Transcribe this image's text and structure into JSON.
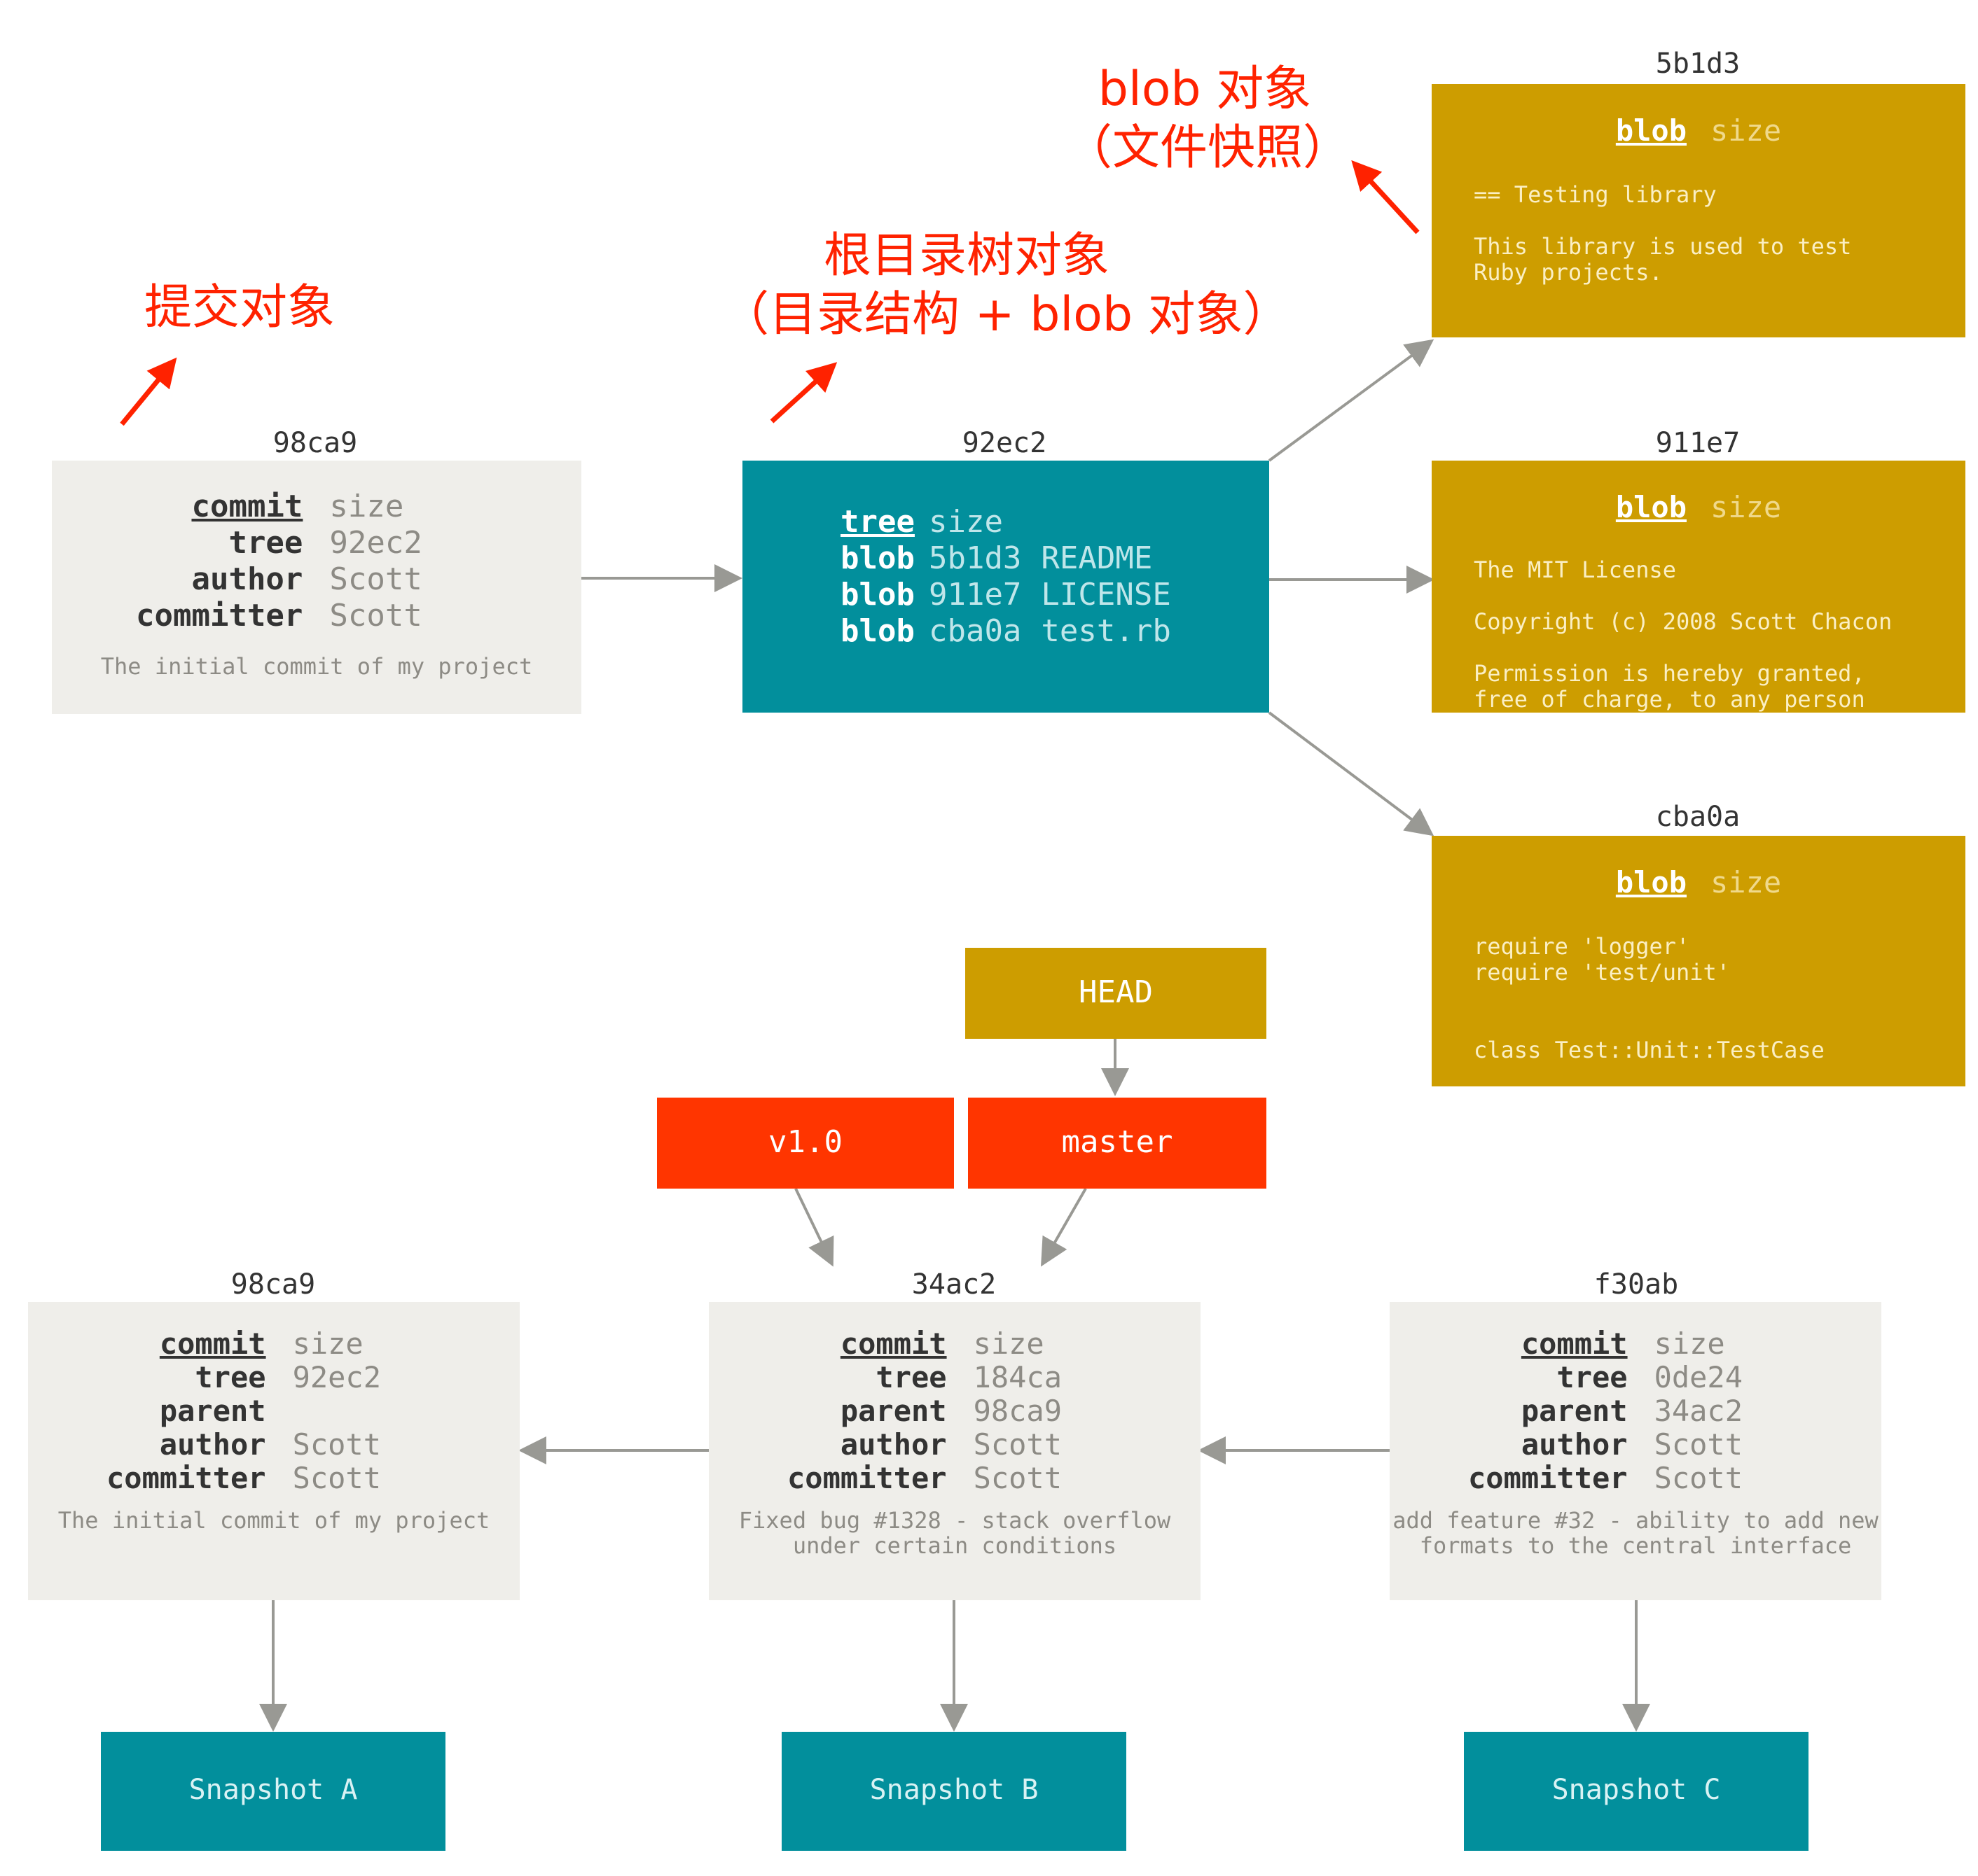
{
  "annotations": {
    "commit_label": "提交对象",
    "tree_label_line1": "根目录树对象",
    "tree_label_line2": "（目录结构 + blob 对象）",
    "blob_label_line1": "blob 对象",
    "blob_label_line2": "（文件快照）"
  },
  "top": {
    "commit": {
      "hash": "98ca9",
      "rows": [
        {
          "key": "commit",
          "value": "size"
        },
        {
          "key": "tree",
          "value": "92ec2"
        },
        {
          "key": "author",
          "value": "Scott"
        },
        {
          "key": "committer",
          "value": "Scott"
        }
      ],
      "message": "The initial commit of my project"
    },
    "tree": {
      "hash": "92ec2",
      "rows": [
        {
          "key": "tree",
          "value": "size",
          "name": ""
        },
        {
          "key": "blob",
          "value": "5b1d3",
          "name": "README"
        },
        {
          "key": "blob",
          "value": "911e7",
          "name": "LICENSE"
        },
        {
          "key": "blob",
          "value": "cba0a",
          "name": "test.rb"
        }
      ]
    },
    "blobs": [
      {
        "hash": "5b1d3",
        "key": "blob",
        "value": "size",
        "text": "== Testing library\n\nThis library is used to test\nRuby projects."
      },
      {
        "hash": "911e7",
        "key": "blob",
        "value": "size",
        "text": "The MIT License\n\nCopyright (c) 2008 Scott Chacon\n\nPermission is hereby granted,\nfree of charge, to any person"
      },
      {
        "hash": "cba0a",
        "key": "blob",
        "value": "size",
        "text": "require 'logger'\nrequire 'test/unit'\n\n\nclass Test::Unit::TestCase"
      }
    ]
  },
  "bottom": {
    "head": "HEAD",
    "tag": "v1.0",
    "branch": "master",
    "commits": [
      {
        "hash": "98ca9",
        "rows": [
          {
            "key": "commit",
            "value": "size"
          },
          {
            "key": "tree",
            "value": "92ec2"
          },
          {
            "key": "parent",
            "value": ""
          },
          {
            "key": "author",
            "value": "Scott"
          },
          {
            "key": "committer",
            "value": "Scott"
          }
        ],
        "message": "The initial commit of my project",
        "snapshot": "Snapshot A"
      },
      {
        "hash": "34ac2",
        "rows": [
          {
            "key": "commit",
            "value": "size"
          },
          {
            "key": "tree",
            "value": "184ca"
          },
          {
            "key": "parent",
            "value": "98ca9"
          },
          {
            "key": "author",
            "value": "Scott"
          },
          {
            "key": "committer",
            "value": "Scott"
          }
        ],
        "message": "Fixed bug #1328 - stack overflow\nunder certain conditions",
        "snapshot": "Snapshot B"
      },
      {
        "hash": "f30ab",
        "rows": [
          {
            "key": "commit",
            "value": "size"
          },
          {
            "key": "tree",
            "value": "0de24"
          },
          {
            "key": "parent",
            "value": "34ac2"
          },
          {
            "key": "author",
            "value": "Scott"
          },
          {
            "key": "committer",
            "value": "Scott"
          }
        ],
        "message": "add feature #32 - ability to add new\nformats to the central interface",
        "snapshot": "Snapshot C"
      }
    ]
  },
  "colors": {
    "commit_bg": "#efeeea",
    "tree_bg": "#028f9c",
    "blob_bg": "#cd9d00",
    "ref_bg": "#ff3500",
    "annotation": "#ff2200",
    "arrow": "#999994"
  }
}
